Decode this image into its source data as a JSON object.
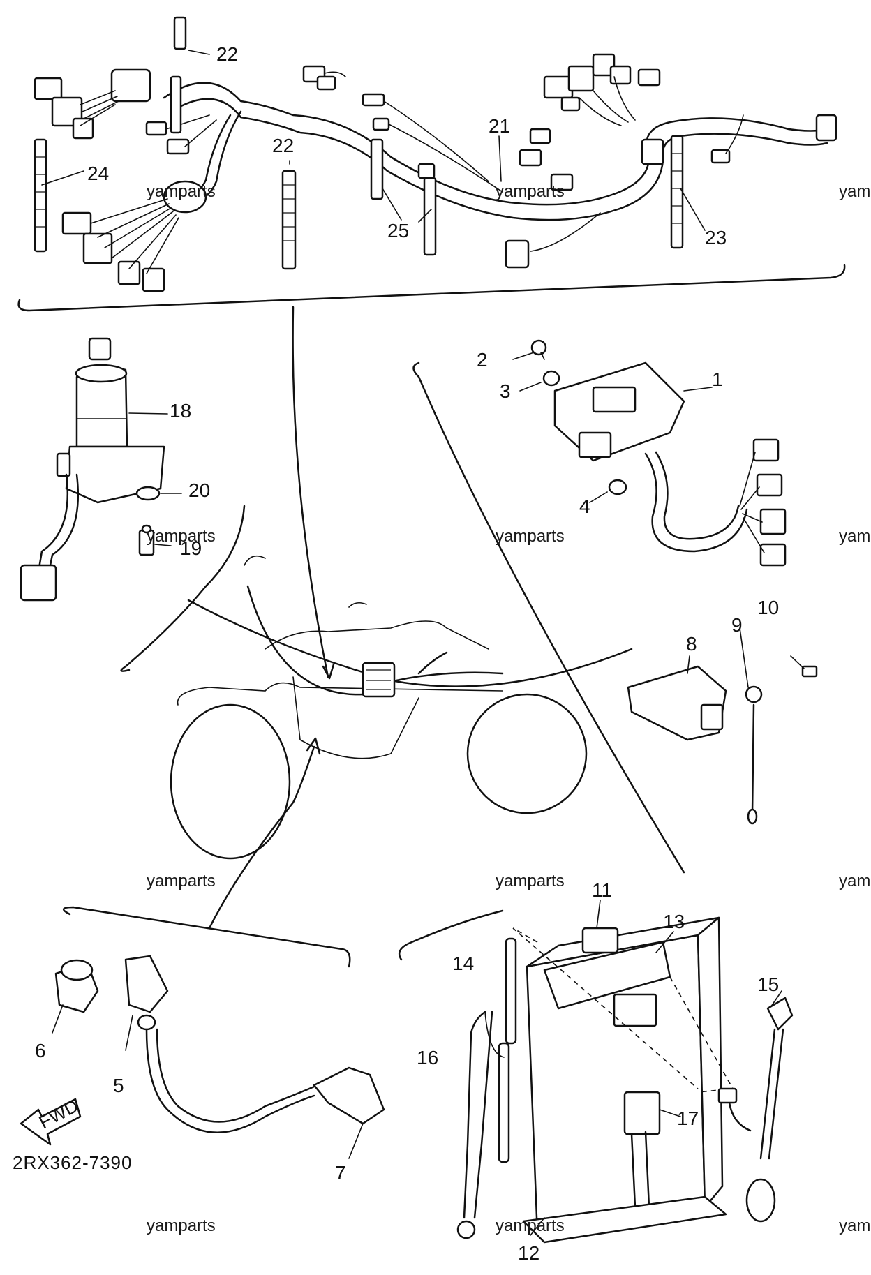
{
  "diagram": {
    "drawing_code": "2RX362-7390",
    "fwd_arrow_label": "FWD",
    "watermark": "yamparts",
    "part_labels": {
      "p1": "1",
      "p2": "2",
      "p3": "3",
      "p4": "4",
      "p5": "5",
      "p6": "6",
      "p7": "7",
      "p8": "8",
      "p9": "9",
      "p10": "10",
      "p11": "11",
      "p12": "12",
      "p13": "13",
      "p14": "14",
      "p15": "15",
      "p16": "16",
      "p17": "17",
      "p18": "18",
      "p19": "19",
      "p20": "20",
      "p21": "21",
      "p22a": "22",
      "p22b": "22",
      "p23": "23",
      "p24": "24",
      "p25": "25"
    }
  }
}
